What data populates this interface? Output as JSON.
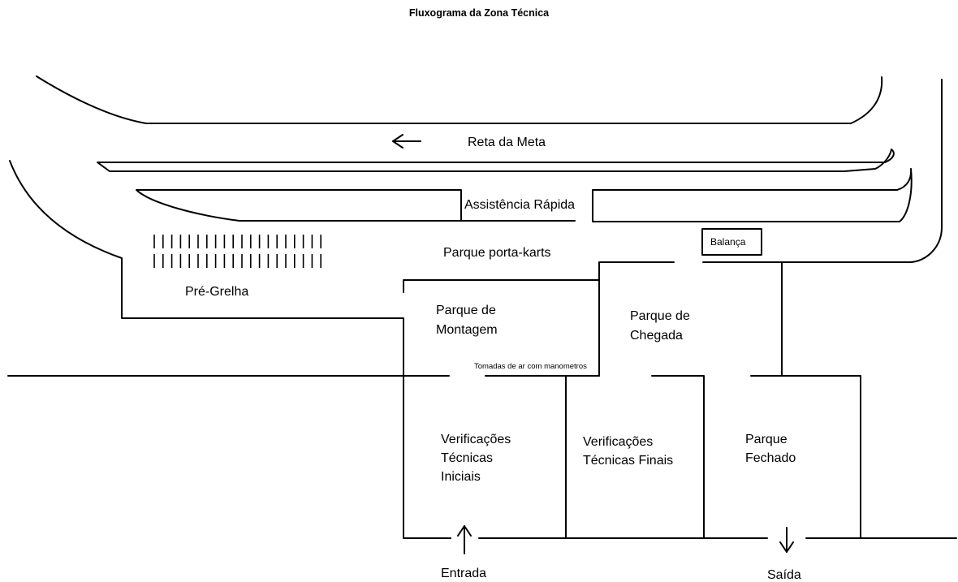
{
  "title": "Fluxograma da Zona Técnica",
  "labels": {
    "reta_da_meta": "Reta da Meta",
    "assistencia_rapida": "Assistência Rápida",
    "parque_porta_karts": "Parque porta-karts",
    "balanca": "Balança",
    "pre_grelha": "Pré-Grelha",
    "parque_montagem": [
      "Parque de",
      "Montagem"
    ],
    "parque_chegada": [
      "Parque de",
      "Chegada"
    ],
    "tomadas": "Tomadas de ar com manometros",
    "verificacoes_iniciais": [
      "Verificações",
      "Técnicas",
      "Iniciais"
    ],
    "verificacoes_finais": [
      "Verificações",
      "Técnicas Finais"
    ],
    "parque_fechado": [
      "Parque",
      "Fechado"
    ],
    "entrada": "Entrada",
    "saida": "Saída"
  },
  "grid_marks": {
    "rows": 2,
    "columns": 20
  }
}
